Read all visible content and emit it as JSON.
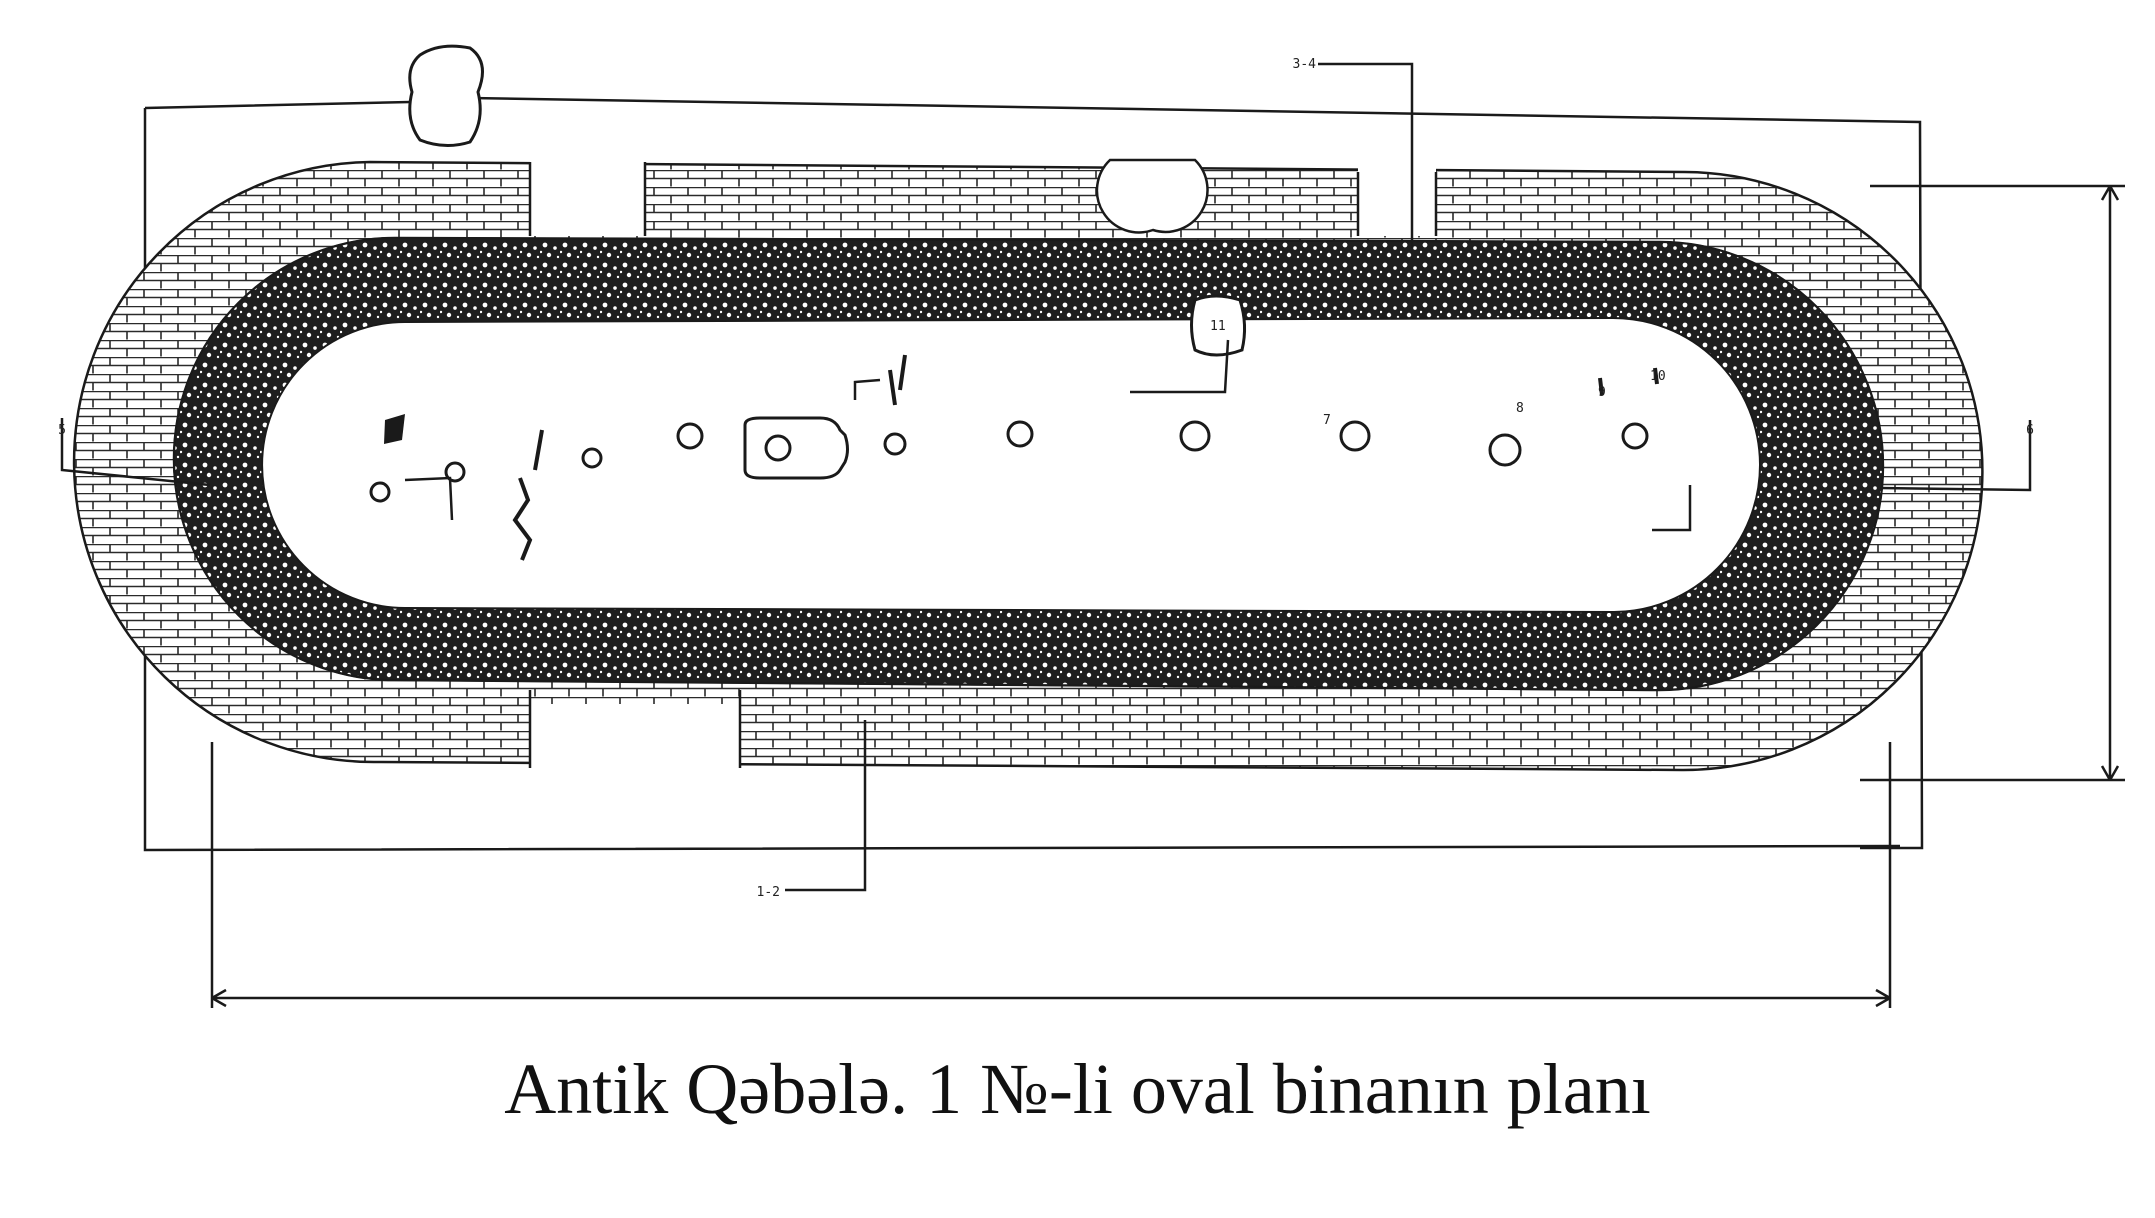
{
  "figure": {
    "caption": "Antik Qəbələ. 1 №-li oval binanın planı"
  },
  "colors": {
    "line": "#1a1a1a",
    "brick": "#2a2a2a",
    "rubble": "#1e1e1e",
    "background": "#ffffff"
  },
  "markers": {
    "top_section": "3-4",
    "bottom_section": "1-2",
    "left_section": "5",
    "right_section": "6",
    "post_7": "7",
    "post_8": "8",
    "post_9": "9",
    "post_10": "10",
    "post_11": "11"
  }
}
